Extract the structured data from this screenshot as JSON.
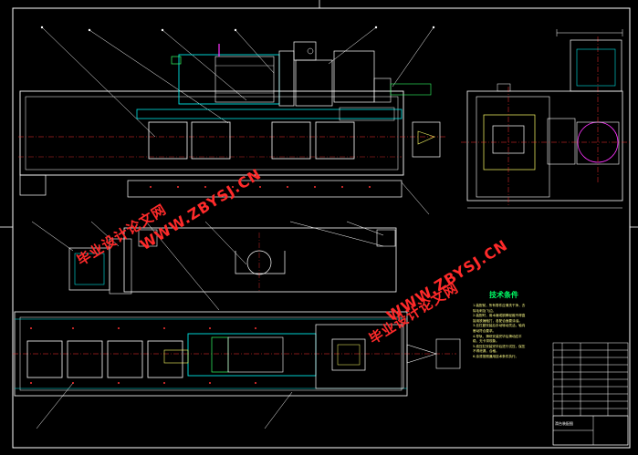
{
  "drawing": {
    "watermarks": [
      {
        "id": "wm1",
        "text": "WWW.ZBYSJ.CN"
      },
      {
        "id": "wm2",
        "text": "毕业设计论文网"
      },
      {
        "id": "wm3",
        "text": "WWW.ZBYSJ.CN"
      },
      {
        "id": "wm4",
        "text": "毕业设计论文网"
      }
    ],
    "technical_requirements": {
      "title": "技术条件",
      "items": [
        "1.装配前，所有零件应清洗干净，去",
        "  除毛刺及飞边。",
        "2.装配时，用木锤或铜棒轻敲不得直",
        "  接用铁锤敲打，各配合面要涂油。",
        "3.丝杠副安装后手动转动灵活，轴向",
        "  窜动符合要求。",
        "4.导轨、滑块安装完毕后滑动应平",
        "  稳，无卡滞现象。",
        "5.液压缸安装完毕后进行试压，保压",
        "  不得泄漏，合格。",
        "6.涂漆按照通用技术条件执行。"
      ]
    },
    "title_block": {
      "drawing_name": "滑台装配图"
    },
    "colors": {
      "background": "#000000",
      "outline": "#ffffff",
      "centerline": "#ff3333",
      "component": "#00e5e5",
      "leader": "#ffff66",
      "accent_green": "#33ff66",
      "magenta": "#ff33ff",
      "watermark": "#ff2a2a"
    }
  }
}
